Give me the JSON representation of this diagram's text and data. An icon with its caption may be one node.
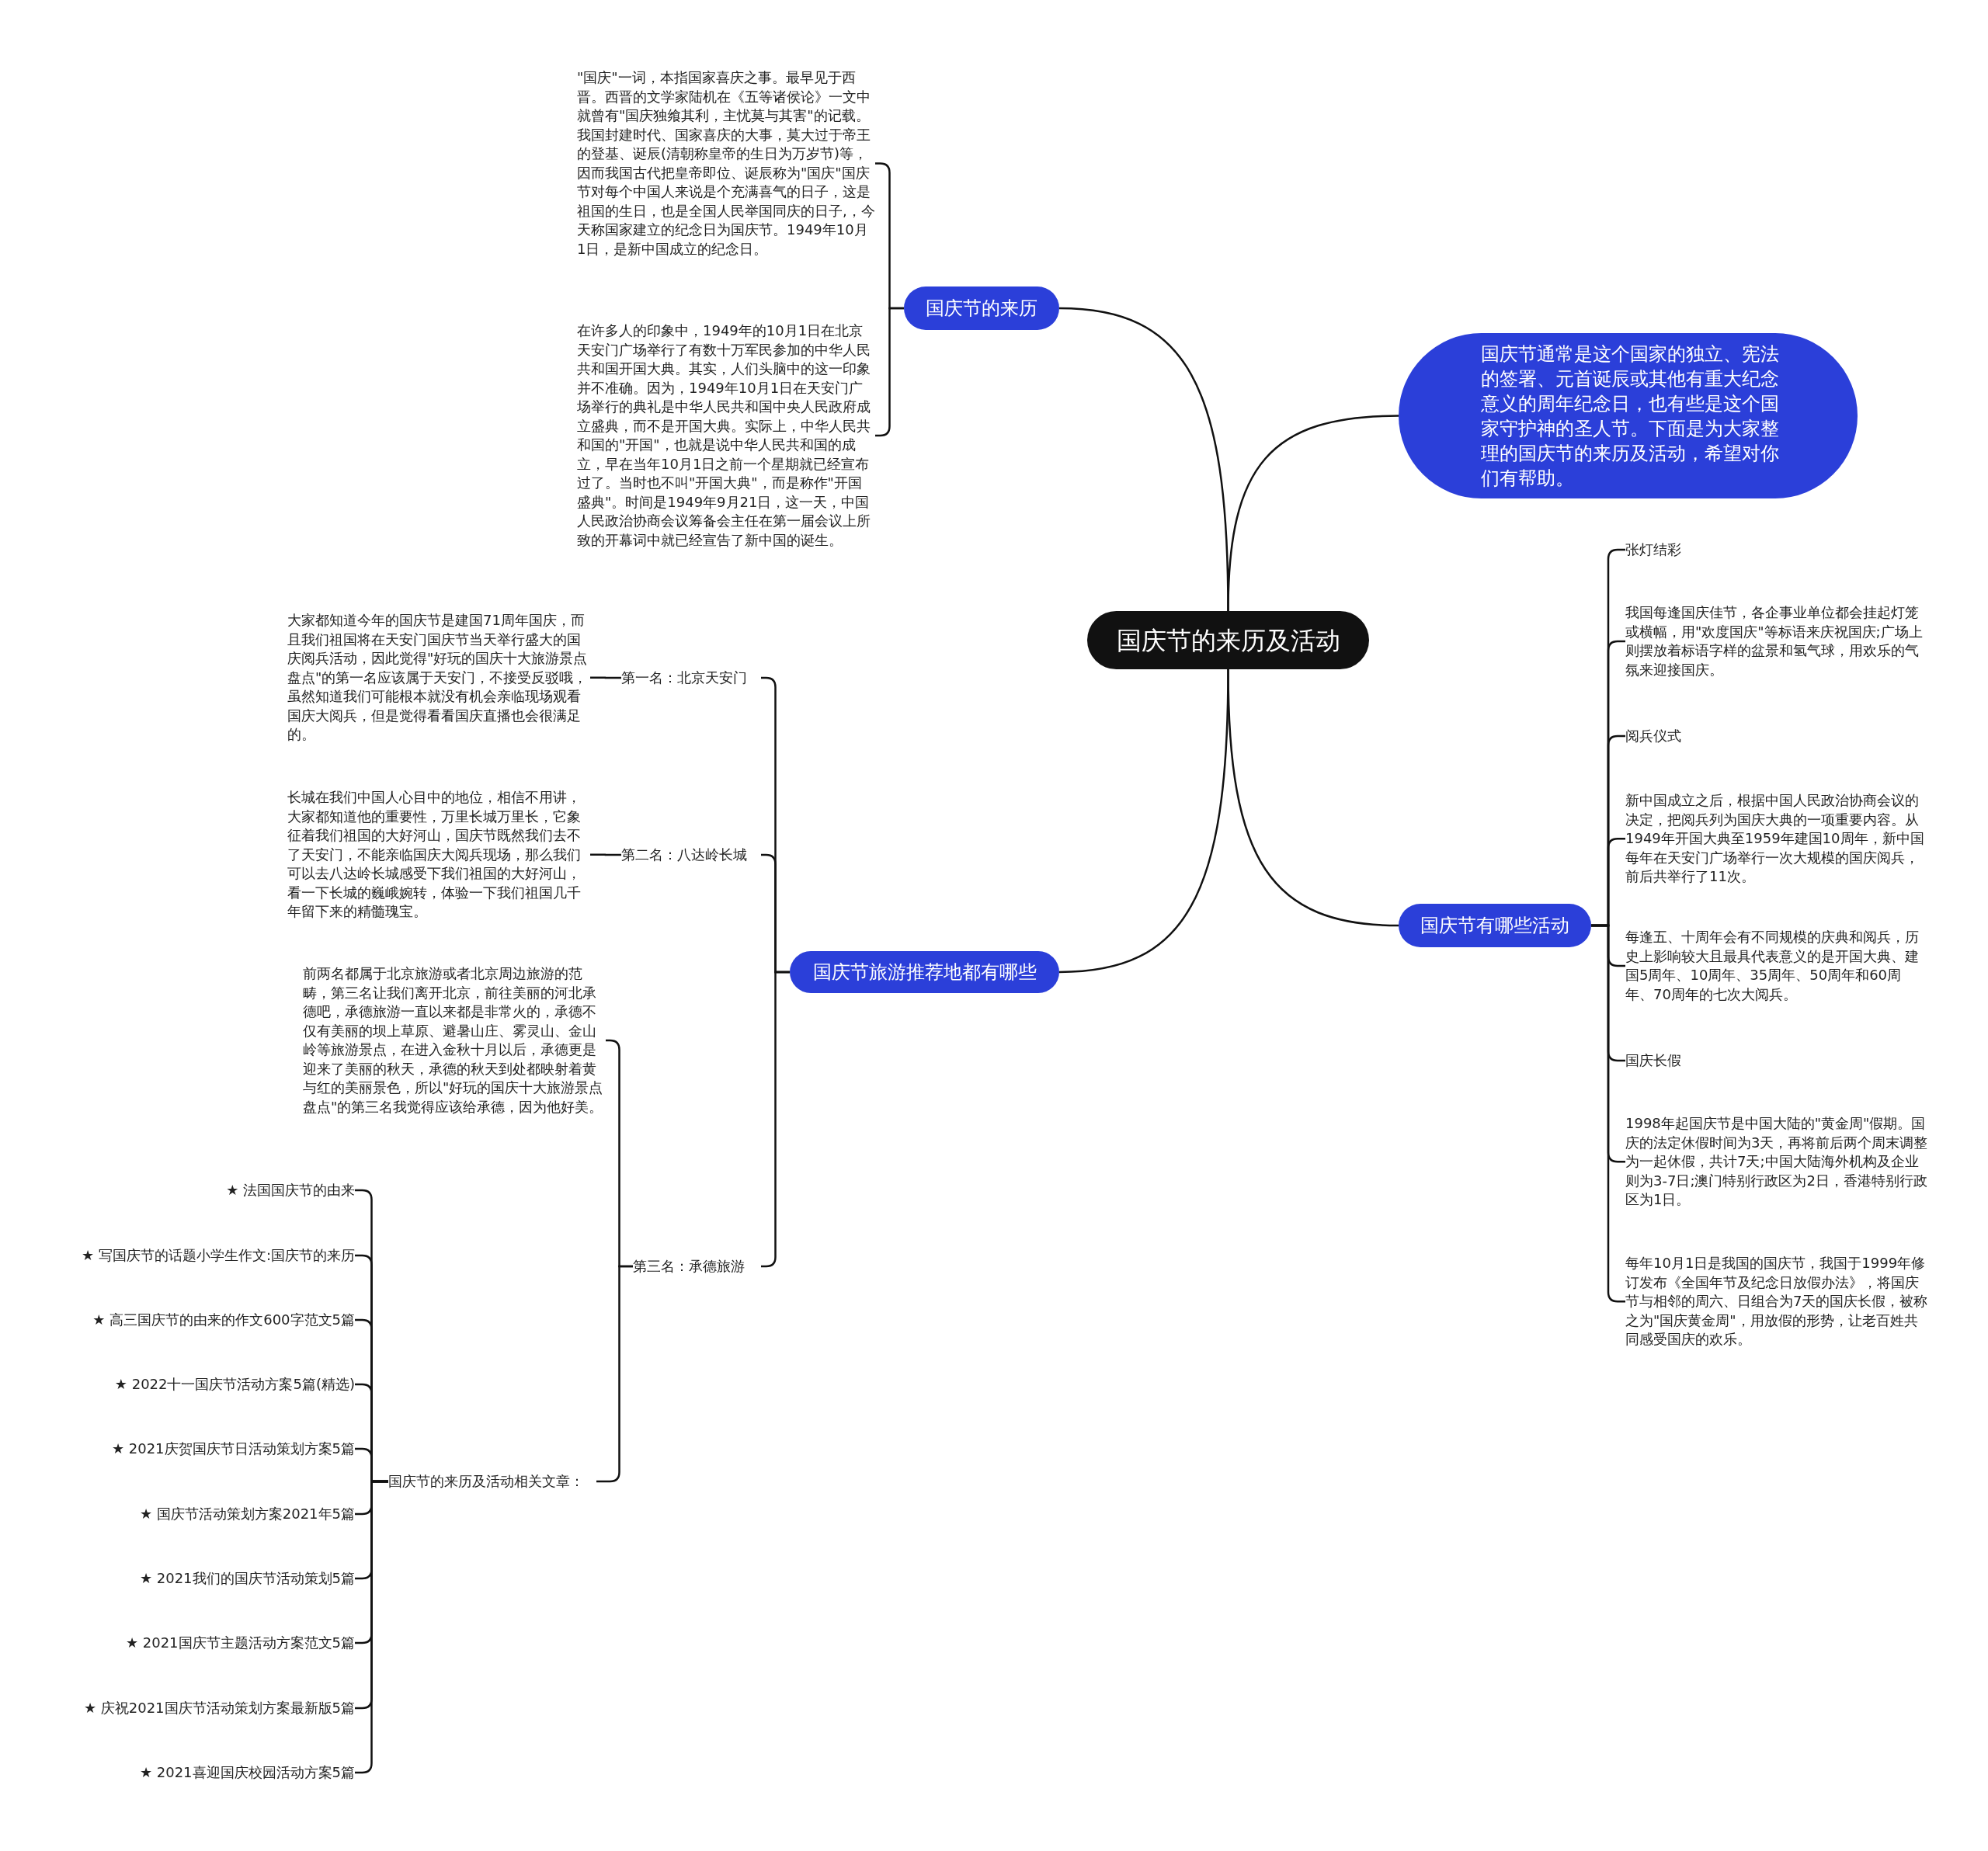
{
  "diagram": {
    "nodes": [
      {
        "text": [
          "国庆节的来历及活动"
        ]
      },
      {
        "text": [
          "国庆节的来历"
        ]
      },
      {
        "text": [
          "\"国庆\"一词，本指国家喜庆之事。最早见于西晋。西晋的文学家陆机在《五等诸侯论》一文中就曾有\"国庆独飨其利，主忧莫与其害\"的记载。我国封建时代、国家喜庆的大事，莫大过于帝王的登基、诞辰(清朝称皇帝的生日为万岁节)等，因而我国古代把皇帝即位、诞辰称为\"国庆\"国庆节对每个中国人来说是个充满喜气的日子，这是祖国的生日，也是全国人民举国同庆的日子,，今天称国家建立的纪念日为国庆节。1949年10月1日，是新中国成立的纪念日。"
        ]
      },
      {
        "text": [
          "在许多人的印象中，1949年的10月1日在北京天安门广场举行了有数十万军民参加的中华人民共和国开国大典。其实，人们头脑中的这一印象并不准确。因为，1949年10月1日在天安门广场举行的典礼是中华人民共和国中央人民政府成立盛典，而不是开国大典。实际上，中华人民共和国的\"开国\"，也就是说中华人民共和国的成立，早在当年10月1日之前一个星期就已经宣布过了。当时也不叫\"开国大典\"，而是称作\"开国盛典\"。时间是1949年9月21日，这一天，中国人民政治协商会议筹备会主任在第一届会议上所致的开幕词中就已经宣告了新中国的诞生。"
        ]
      },
      {
        "text": [
          "国庆节通常是这个国家的独立、宪法的签署、元首诞辰或其他有重大纪念意义的周年纪念日，也有些是这个国家守护神的圣人节。下面是为大家整理的国庆节的来历及活动，希望对你们有帮助。"
        ]
      },
      {
        "text": [
          "国庆节有哪些活动"
        ]
      },
      {
        "text": [
          "张灯结彩"
        ]
      },
      {
        "text": [
          "我国每逢国庆佳节，各企事业单位都会挂起灯笼或横幅，用\"欢度国庆\"等标语来庆祝国庆;广场上则摆放着标语字样的盆景和氢气球，用欢乐的气氛来迎接国庆。"
        ]
      },
      {
        "text": [
          "阅兵仪式"
        ]
      },
      {
        "text": [
          "新中国成立之后，根据中国人民政治协商会议的决定，把阅兵列为国庆大典的一项重要内容。从1949年开国大典至1959年建国10周年，新中国每年在天安门广场举行一次大规模的国庆阅兵，前后共举行了11次。"
        ]
      },
      {
        "text": [
          "每逢五、十周年会有不同规模的庆典和阅兵，历史上影响较大且最具代表意义的是开国大典、建国5周年、10周年、35周年、50周年和60周年、70周年的七次大阅兵。"
        ]
      },
      {
        "text": [
          "国庆长假"
        ]
      },
      {
        "text": [
          "1998年起国庆节是中国大陆的\"黄金周\"假期。国庆的法定休假时间为3天，再将前后两个周末调整为一起休假，共计7天;中国大陆海外机构及企业则为3-7日;澳门特别行政区为2日，香港特别行政区为1日。"
        ]
      },
      {
        "text": [
          "每年10月1日是我国的国庆节，我国于1999年修订发布《全国年节及纪念日放假办法》，将国庆节与相邻的周六、日组合为7天的国庆长假，被称之为\"国庆黄金周\"，用放假的形势，让老百姓共同感受国庆的欢乐。"
        ]
      },
      {
        "text": [
          "国庆节旅游推荐地都有哪些"
        ]
      },
      {
        "text": [
          "第一名：北京天安门"
        ]
      },
      {
        "text": [
          "大家都知道今年的国庆节是建国71周年国庆，而且我们祖国将在天安门国庆节当天举行盛大的国庆阅兵活动，因此觉得\"好玩的国庆十大旅游景点盘点\"的第一名应该属于天安门，不接受反驳哦，虽然知道我们可能根本就没有机会亲临现场观看国庆大阅兵，但是觉得看看国庆直播也会很满足的。"
        ]
      },
      {
        "text": [
          "第二名：八达岭长城"
        ]
      },
      {
        "text": [
          "长城在我们中国人心目中的地位，相信不用讲，大家都知道他的重要性，万里长城万里长，它象征着我们祖国的大好河山，国庆节既然我们去不了天安门，不能亲临国庆大阅兵现场，那么我们可以去八达岭长城感受下我们祖国的大好河山，看一下长城的巍峨婉转，体验一下我们祖国几千年留下来的精髓瑰宝。"
        ]
      },
      {
        "text": [
          "第三名：承德旅游"
        ]
      },
      {
        "text": [
          "前两名都属于北京旅游或者北京周边旅游的范畴，第三名让我们离开北京，前往美丽的河北承德吧，承德旅游一直以来都是非常火的，承德不仅有美丽的坝上草原、避暑山庄、雾灵山、金山岭等旅游景点，在进入金秋十月以后，承德更是迎来了美丽的秋天，承德的秋天到处都映射着黄与红的美丽景色，所以\"好玩的国庆十大旅游景点盘点\"的第三名我觉得应该给承德，因为他好美。"
        ]
      },
      {
        "text": [
          "国庆节的来历及活动相关文章："
        ]
      },
      {
        "text": [
          "★ 法国国庆节的由来"
        ]
      },
      {
        "text": [
          "★ 写国庆节的话题小学生作文:国庆节的来历"
        ]
      },
      {
        "text": [
          "★ 高三国庆节的由来的作文600字范文5篇"
        ]
      },
      {
        "text": [
          "★ 2022十一国庆节活动方案5篇(精选)"
        ]
      },
      {
        "text": [
          "★ 2021庆贺国庆节日活动策划方案5篇"
        ]
      },
      {
        "text": [
          "★ 国庆节活动策划方案2021年5篇"
        ]
      },
      {
        "text": [
          "★ 2021我们的国庆节活动策划5篇"
        ]
      },
      {
        "text": [
          "★ 2021国庆节主题活动方案范文5篇"
        ]
      },
      {
        "text": [
          "★ 庆祝2021国庆节活动策划方案最新版5篇"
        ]
      },
      {
        "text": [
          "★ 2021喜迎国庆校园活动方案5篇"
        ]
      }
    ],
    "edges": [
      {
        "from": 0,
        "to": 1,
        "arrow": "none"
      },
      {
        "from": 1,
        "to": 2,
        "arrow": "none"
      },
      {
        "from": 1,
        "to": 3,
        "arrow": "none"
      },
      {
        "from": 0,
        "to": 4,
        "arrow": "none"
      },
      {
        "from": 0,
        "to": 5,
        "arrow": "none"
      },
      {
        "from": 5,
        "to": 6,
        "arrow": "none"
      },
      {
        "from": 5,
        "to": 7,
        "arrow": "none"
      },
      {
        "from": 5,
        "to": 8,
        "arrow": "none"
      },
      {
        "from": 5,
        "to": 9,
        "arrow": "none"
      },
      {
        "from": 5,
        "to": 10,
        "arrow": "none"
      },
      {
        "from": 5,
        "to": 11,
        "arrow": "none"
      },
      {
        "from": 5,
        "to": 12,
        "arrow": "none"
      },
      {
        "from": 5,
        "to": 13,
        "arrow": "none"
      },
      {
        "from": 0,
        "to": 14,
        "arrow": "none"
      },
      {
        "from": 14,
        "to": 15,
        "arrow": "none"
      },
      {
        "from": 15,
        "to": 16,
        "arrow": "none"
      },
      {
        "from": 14,
        "to": 17,
        "arrow": "none"
      },
      {
        "from": 17,
        "to": 18,
        "arrow": "none"
      },
      {
        "from": 14,
        "to": 19,
        "arrow": "none"
      },
      {
        "from": 19,
        "to": 20,
        "arrow": "none"
      },
      {
        "from": 19,
        "to": 21,
        "arrow": "none"
      },
      {
        "from": 21,
        "to": 22,
        "arrow": "none"
      },
      {
        "from": 21,
        "to": 23,
        "arrow": "none"
      },
      {
        "from": 21,
        "to": 24,
        "arrow": "none"
      },
      {
        "from": 21,
        "to": 25,
        "arrow": "none"
      },
      {
        "from": 21,
        "to": 26,
        "arrow": "none"
      },
      {
        "from": 21,
        "to": 27,
        "arrow": "none"
      },
      {
        "from": 21,
        "to": 28,
        "arrow": "none"
      },
      {
        "from": 21,
        "to": 29,
        "arrow": "none"
      },
      {
        "from": 21,
        "to": 30,
        "arrow": "none"
      },
      {
        "from": 21,
        "to": 31,
        "arrow": "none"
      }
    ]
  }
}
